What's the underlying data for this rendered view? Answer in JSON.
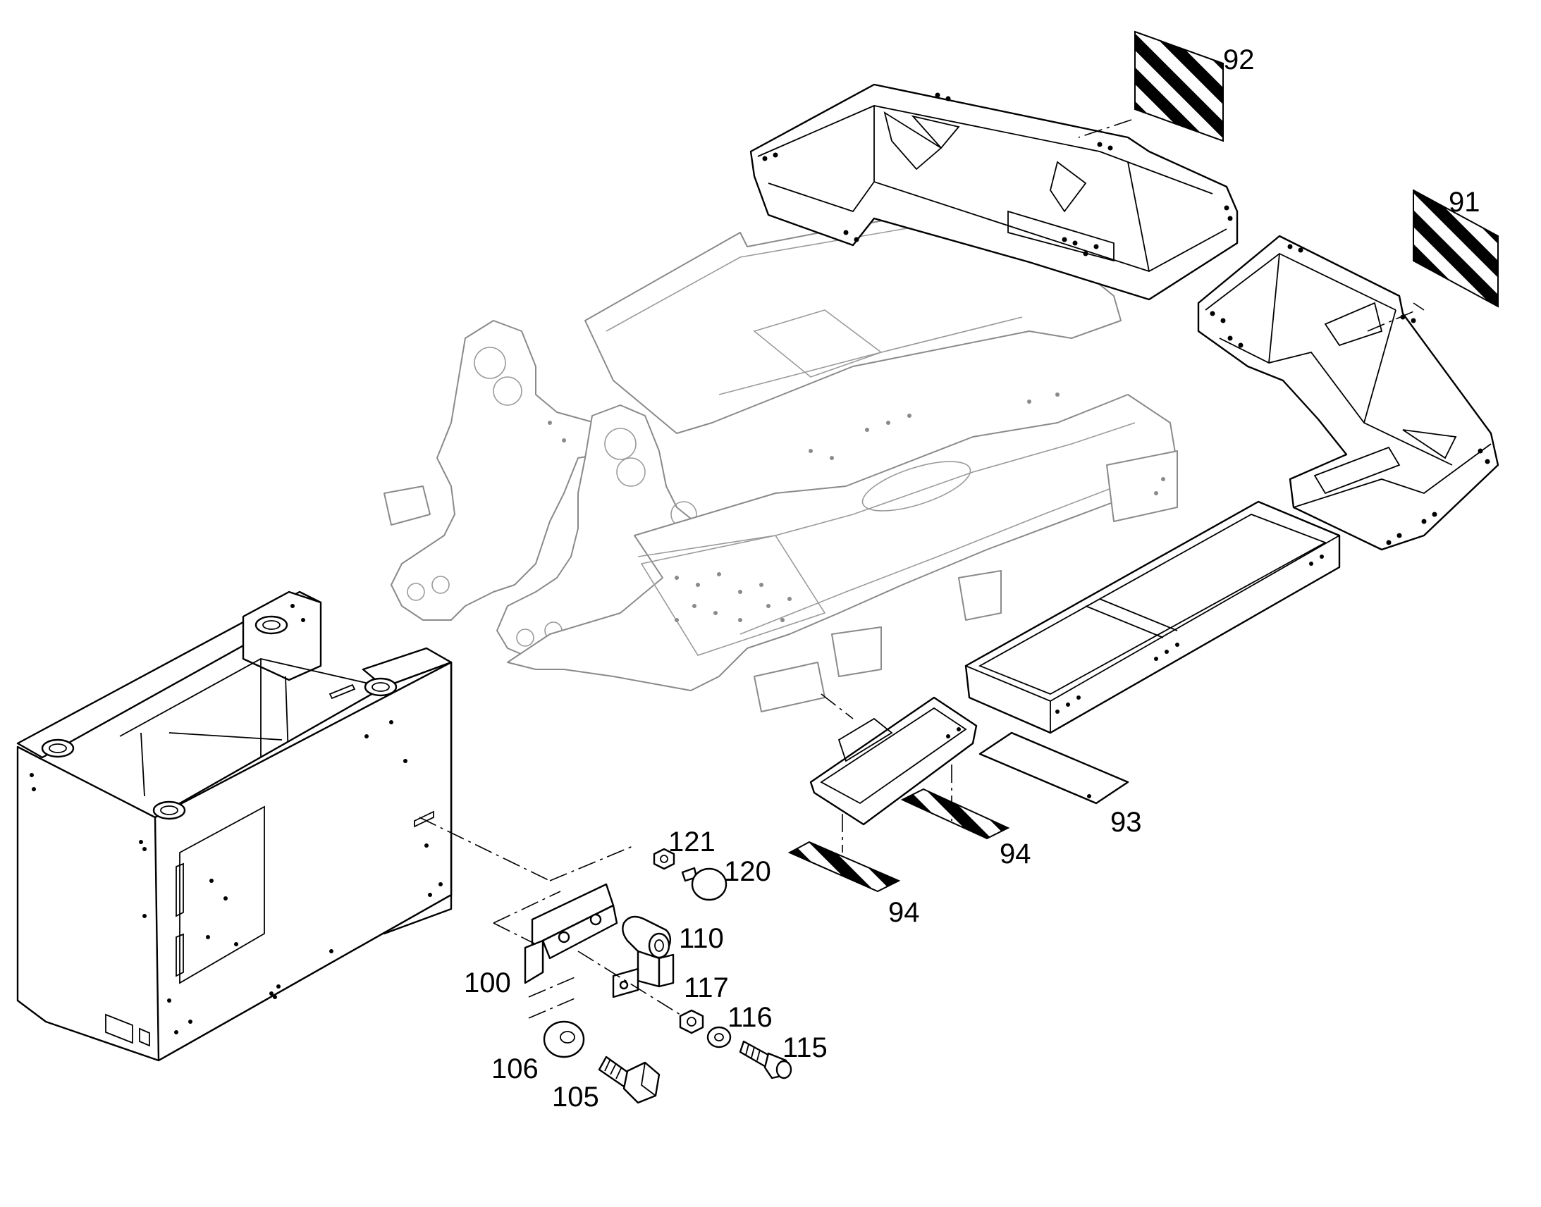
{
  "diagram": {
    "type": "exploded-parts-view",
    "callouts": [
      {
        "id": "c91",
        "label": "91"
      },
      {
        "id": "c92",
        "label": "92"
      },
      {
        "id": "c93",
        "label": "93"
      },
      {
        "id": "c94a",
        "label": "94"
      },
      {
        "id": "c94b",
        "label": "94"
      },
      {
        "id": "c100",
        "label": "100"
      },
      {
        "id": "c105",
        "label": "105"
      },
      {
        "id": "c106",
        "label": "106"
      },
      {
        "id": "c110",
        "label": "110"
      },
      {
        "id": "c115",
        "label": "115"
      },
      {
        "id": "c116",
        "label": "116"
      },
      {
        "id": "c117",
        "label": "117"
      },
      {
        "id": "c120",
        "label": "120"
      },
      {
        "id": "c121",
        "label": "121"
      }
    ]
  }
}
